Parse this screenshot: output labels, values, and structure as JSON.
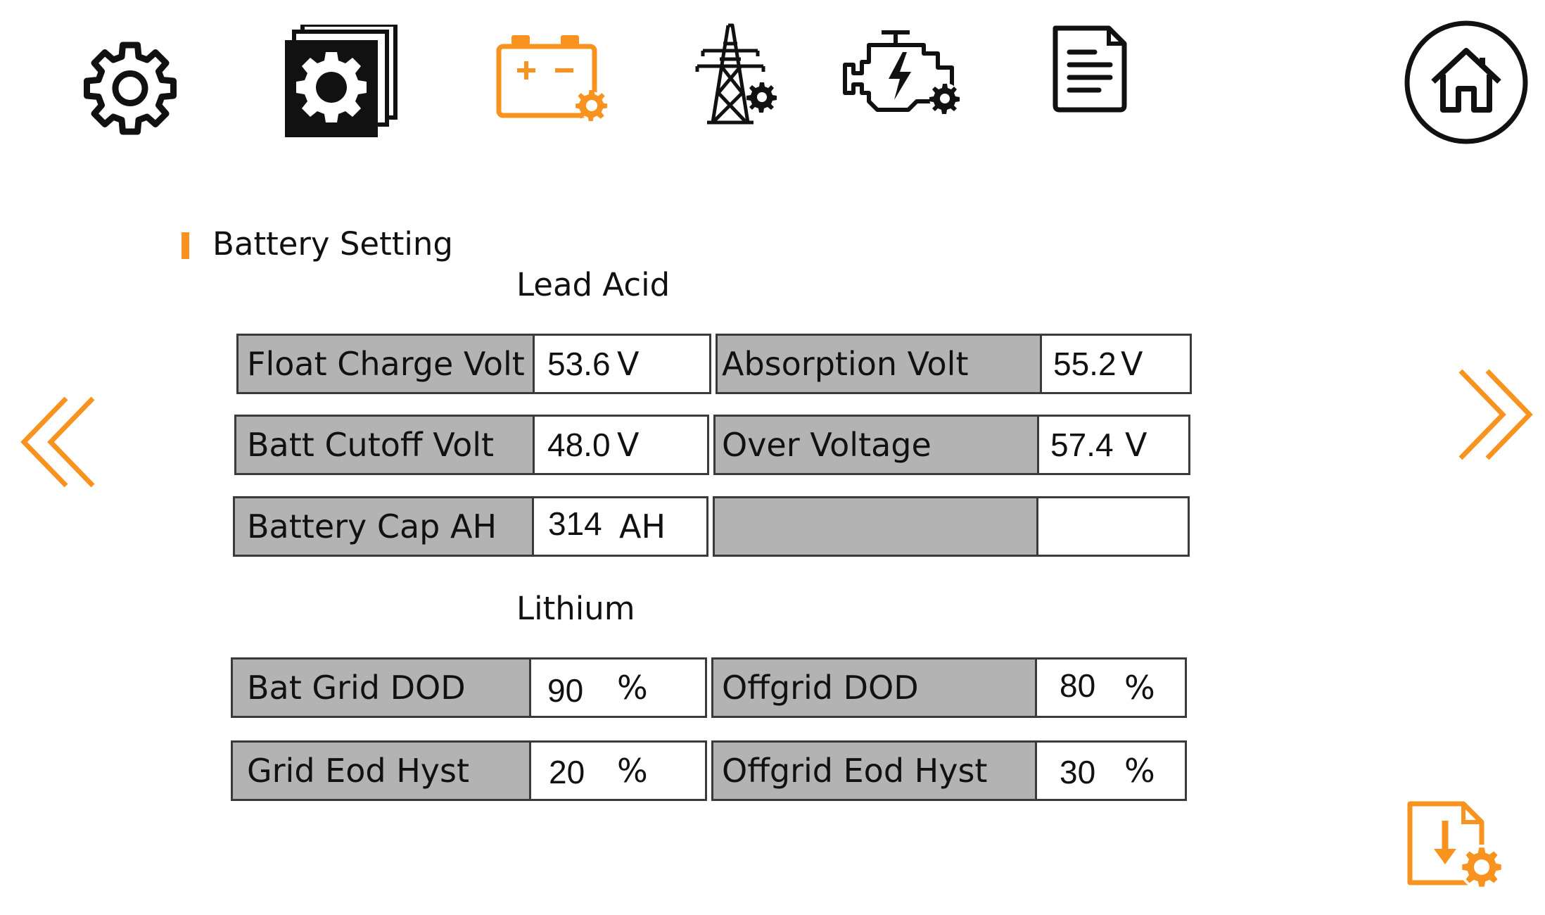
{
  "toolbar": {
    "icons": [
      "gear-icon",
      "stacked-gear-icon",
      "battery-settings-icon",
      "grid-tower-settings-icon",
      "generator-engine-settings-icon",
      "document-icon"
    ],
    "home": "home-icon"
  },
  "colors": {
    "accent": "#f7931e",
    "label_bg": "#b3b3b3",
    "border": "#3a3a3a",
    "text": "#111111"
  },
  "page": {
    "section_title": "Battery Setting",
    "lead_acid_title": "Lead Acid",
    "lithium_title": "Lithium"
  },
  "lead_acid": [
    {
      "label": "Float Charge Volt",
      "value": "53.6",
      "unit": "V"
    },
    {
      "label": "Absorption Volt",
      "value": "55.2",
      "unit": "V"
    },
    {
      "label": "Batt Cutoff Volt",
      "value": "48.0",
      "unit": "V"
    },
    {
      "label": "Over Voltage",
      "value": "57.4",
      "unit": "V"
    },
    {
      "label": "Battery Cap AH",
      "value": "314",
      "unit": "AH"
    },
    {
      "label": "",
      "value": "",
      "unit": ""
    }
  ],
  "lithium": [
    {
      "label": "Bat Grid DOD",
      "value": "90",
      "unit": "%"
    },
    {
      "label": "Offgrid DOD",
      "value": "80",
      "unit": "%"
    },
    {
      "label": "Grid Eod Hyst",
      "value": "20",
      "unit": "%"
    },
    {
      "label": "Offgrid Eod Hyst",
      "value": "30",
      "unit": "%"
    }
  ],
  "nav": {
    "prev": "chevron-double-left-icon",
    "next": "chevron-double-right-icon",
    "save": "download-settings-icon"
  }
}
